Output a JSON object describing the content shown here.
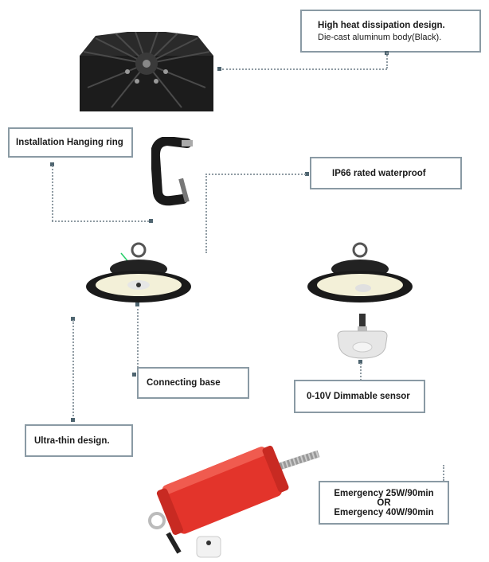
{
  "callouts": {
    "heat": {
      "title": "High heat dissipation design.",
      "sub": "Die-cast aluminum body(Black)."
    },
    "ring": {
      "title": "Installation Hanging ring"
    },
    "ip66": {
      "title": "IP66 rated  waterproof"
    },
    "base": {
      "title": "Connecting base"
    },
    "sensor": {
      "title": "0-10V Dimmable sensor"
    },
    "thin": {
      "title": "Ultra-thin design."
    },
    "emergency": {
      "line1": "Emergency  25W/90min",
      "line2": "OR",
      "line3": "Emergency  40W/90min"
    }
  },
  "colors": {
    "border": "#8a9aa4",
    "connector": "#4f6570",
    "body": "#1c1c1c",
    "emergency_red": "#e3342b"
  }
}
